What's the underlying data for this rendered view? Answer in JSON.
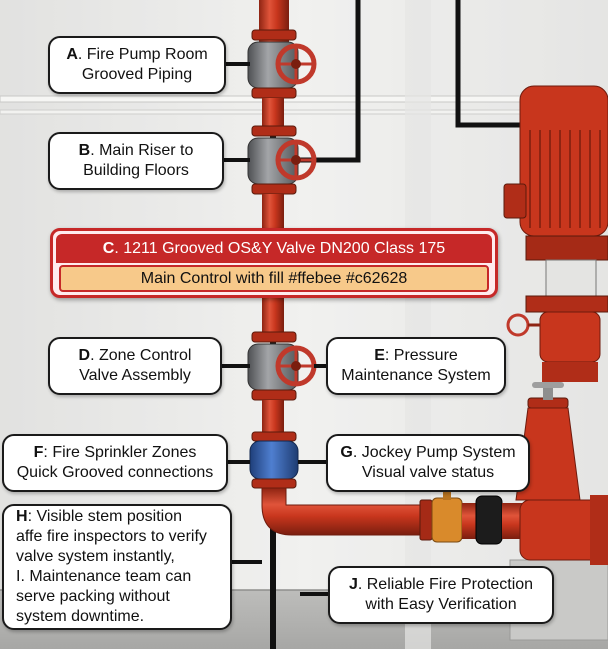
{
  "callouts": {
    "a": {
      "letter": "A",
      "line1": ". Fire Pump Room",
      "line2": "Grooved Piping"
    },
    "b": {
      "letter": "B",
      "line1": ". Main Riser to",
      "line2": "Building Floors"
    },
    "c": {
      "letter": "C",
      "line1": ". 1211 Grooved OS&Y Valve DN200 Class 175",
      "line2": "Main Control with fill #ffebee #c62628"
    },
    "d": {
      "letter": "D",
      "line1": ". Zone Control",
      "line2": "Valve Assembly"
    },
    "e": {
      "letter": "E",
      "line1": ": Pressure",
      "line2": "Maintenance System"
    },
    "f": {
      "letter": "F",
      "line1": ": Fire Sprinkler Zones",
      "line2": "Quick Grooved connections"
    },
    "g": {
      "letter": "G",
      "line1": ". Jockey Pump System",
      "line2": "Visual valve status"
    },
    "h": {
      "letter": "H",
      "line1": ": Visible stem position",
      "line2": "affe fire inspectors to verify",
      "line3": "valve  system instantly,",
      "line4": "I. Maintenance team can",
      "line5": "serve packing without",
      "line6": "system downtime."
    },
    "j": {
      "letter": "J",
      "line1": ". Reliable Fire Protection",
      "line2": "with Easy Verification"
    }
  },
  "colors": {
    "pipe_red": "#c8361d",
    "pipe_dark": "#8e2412",
    "valve_gray": "#7d7f82",
    "handwheel_red": "#c0392b",
    "coupling_blue": "#2f5fa8",
    "callout_fill": "#ffebee",
    "callout_border": "#c62828",
    "brass": "#d98a2b"
  }
}
